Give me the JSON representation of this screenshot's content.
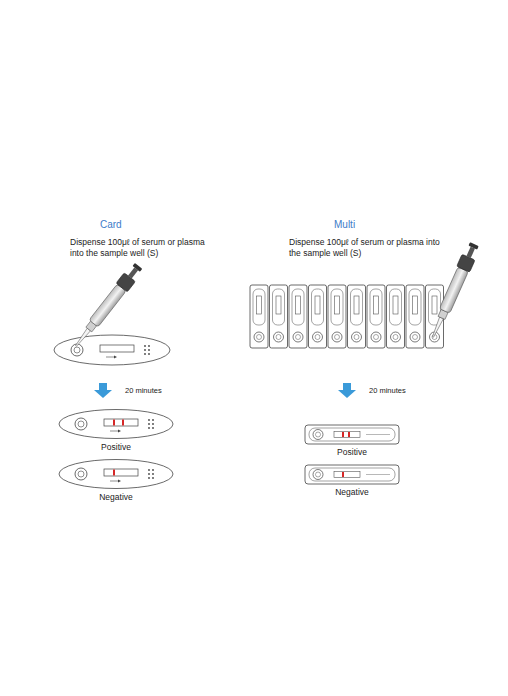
{
  "diagram": {
    "nodes": [
      {
        "text": [
          "Positive"
        ]
      },
      {
        "text": [
          "Negative"
        ]
      },
      {
        "text": [
          "Positive"
        ]
      },
      {
        "text": [
          "Negative"
        ]
      }
    ],
    "labels": [
      "Card",
      "Dispense 100μℓ of serum or plasma into the sample well (S)",
      "20 minutes",
      "Multi",
      "Dispense 100μℓ of serum or plasma into the sample well (S)",
      "20 minutes"
    ]
  }
}
